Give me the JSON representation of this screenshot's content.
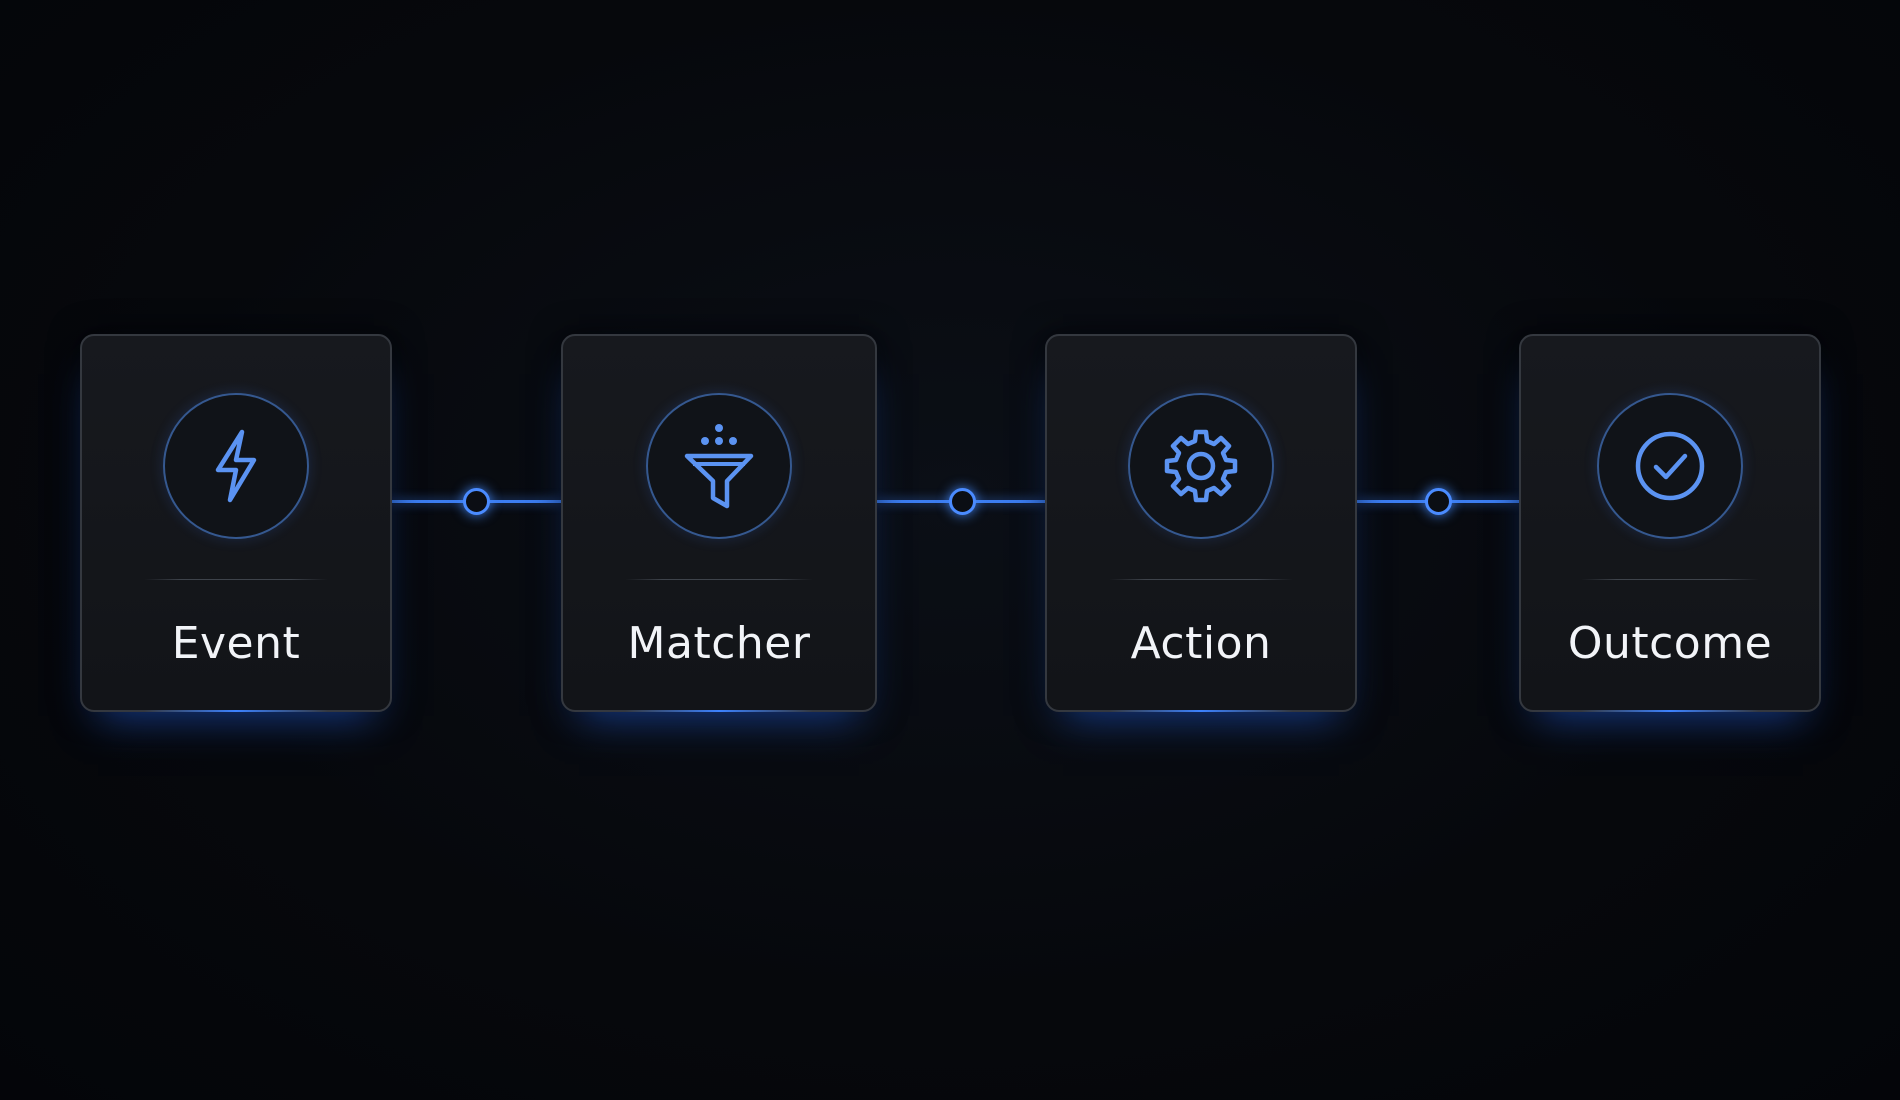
{
  "accent_color": "#4a8bff",
  "steps": [
    {
      "label": "Event",
      "icon": "lightning-bolt-icon"
    },
    {
      "label": "Matcher",
      "icon": "funnel-filter-icon"
    },
    {
      "label": "Action",
      "icon": "gear-icon"
    },
    {
      "label": "Outcome",
      "icon": "check-circle-icon"
    }
  ]
}
